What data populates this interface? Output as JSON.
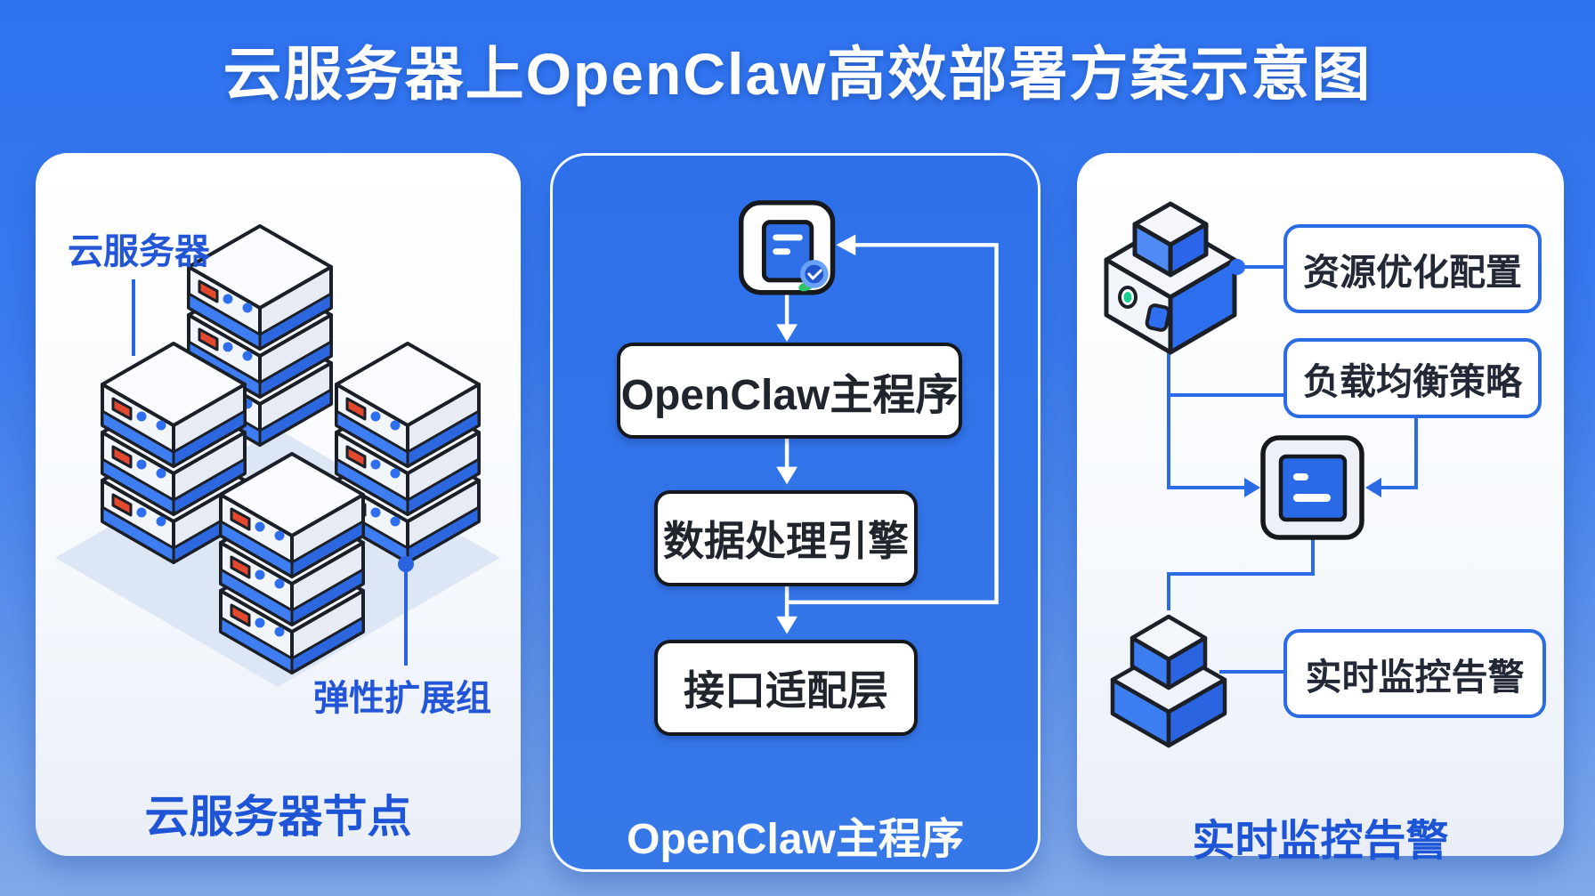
{
  "title": "云服务器上OpenClaw高效部署方案示意图",
  "left_panel": {
    "cloud_server_label": "云服务器",
    "elastic_group_label": "弹性扩展组",
    "caption": "云服务器节点"
  },
  "middle_panel": {
    "flow_boxes": [
      "OpenClaw主程序",
      "数据处理引擎",
      "接口适配层"
    ],
    "caption": "OpenClaw主程序",
    "top_icon": "document-check-badge-icon"
  },
  "right_panel": {
    "feature_boxes": [
      "资源优化配置",
      "负载均衡策略",
      "实时监控告警"
    ],
    "caption": "实时监控告警",
    "icons": [
      "compute-device-icon",
      "monitor-icon",
      "stacked-servers-icon"
    ]
  },
  "colors": {
    "background_top": "#2e72ef",
    "background_bottom": "#80a9e9",
    "panel_blue": "#2e70e9",
    "accent_blue": "#2b6ce4",
    "label_blue": "#2356d6",
    "stroke_dark": "#15181d",
    "led_red": "#e2492f",
    "led_green": "#17cf8e"
  }
}
